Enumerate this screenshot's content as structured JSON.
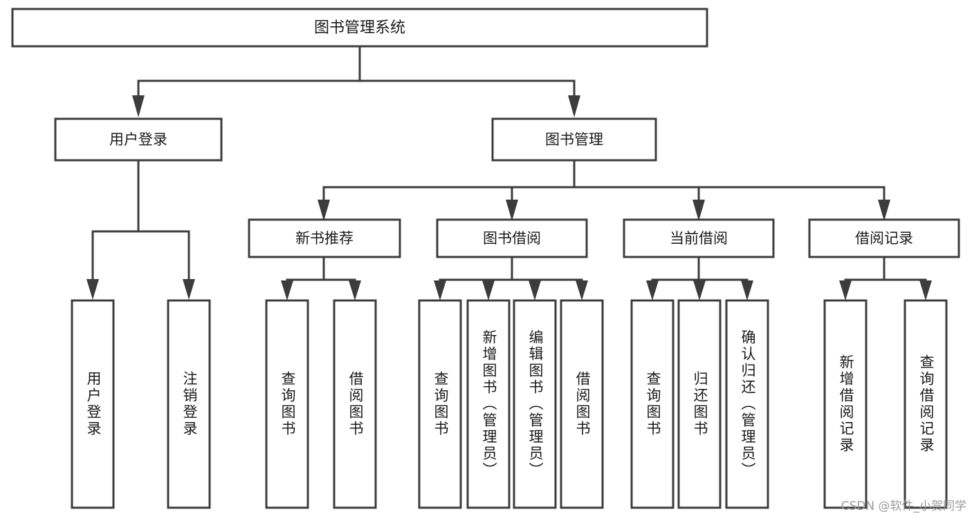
{
  "diagram": {
    "title": "图书管理系统",
    "watermark": "CSDN @软件_小贺同学",
    "style": {
      "box_fill": "#ffffff",
      "box_stroke": "#3c3c3c",
      "text_color": "#1a1a1a",
      "watermark_color": "#9a9a9a",
      "background": "#ffffff"
    },
    "levels": {
      "level0": [
        {
          "id": "root",
          "label": "图书管理系统",
          "orientation": "horizontal"
        }
      ],
      "level1": [
        {
          "id": "user-login",
          "label": "用户登录",
          "orientation": "horizontal"
        },
        {
          "id": "book-management",
          "label": "图书管理",
          "orientation": "horizontal"
        }
      ],
      "level2": [
        {
          "id": "new-book-recommend",
          "label": "新书推荐",
          "orientation": "horizontal"
        },
        {
          "id": "book-borrow",
          "label": "图书借阅",
          "orientation": "horizontal"
        },
        {
          "id": "current-borrow",
          "label": "当前借阅",
          "orientation": "horizontal"
        },
        {
          "id": "borrow-record",
          "label": "借阅记录",
          "orientation": "horizontal"
        }
      ],
      "level3": [
        {
          "id": "leaf-user-login",
          "label": "用户登录",
          "orientation": "vertical",
          "parent": "user-login"
        },
        {
          "id": "leaf-logout-login",
          "label": "注销登录",
          "orientation": "vertical",
          "parent": "user-login"
        },
        {
          "id": "leaf-query-book-1",
          "label": "查询图书",
          "orientation": "vertical",
          "parent": "new-book-recommend"
        },
        {
          "id": "leaf-borrow-book-1",
          "label": "借阅图书",
          "orientation": "vertical",
          "parent": "new-book-recommend"
        },
        {
          "id": "leaf-query-book-2",
          "label": "查询图书",
          "orientation": "vertical",
          "parent": "book-borrow"
        },
        {
          "id": "leaf-add-book",
          "label": "新增图书（管理员）",
          "orientation": "vertical",
          "parent": "book-borrow"
        },
        {
          "id": "leaf-edit-book",
          "label": "编辑图书（管理员）",
          "orientation": "vertical",
          "parent": "book-borrow"
        },
        {
          "id": "leaf-borrow-book-2",
          "label": "借阅图书",
          "orientation": "vertical",
          "parent": "book-borrow"
        },
        {
          "id": "leaf-query-book-3",
          "label": "查询图书",
          "orientation": "vertical",
          "parent": "current-borrow"
        },
        {
          "id": "leaf-return-book",
          "label": "归还图书",
          "orientation": "vertical",
          "parent": "current-borrow"
        },
        {
          "id": "leaf-confirm-return",
          "label": "确认归还（管理员）",
          "orientation": "vertical",
          "parent": "current-borrow"
        },
        {
          "id": "leaf-add-record",
          "label": "新增借阅记录",
          "orientation": "vertical",
          "parent": "borrow-record"
        },
        {
          "id": "leaf-query-record",
          "label": "查询借阅记录",
          "orientation": "vertical",
          "parent": "borrow-record"
        }
      ]
    }
  }
}
